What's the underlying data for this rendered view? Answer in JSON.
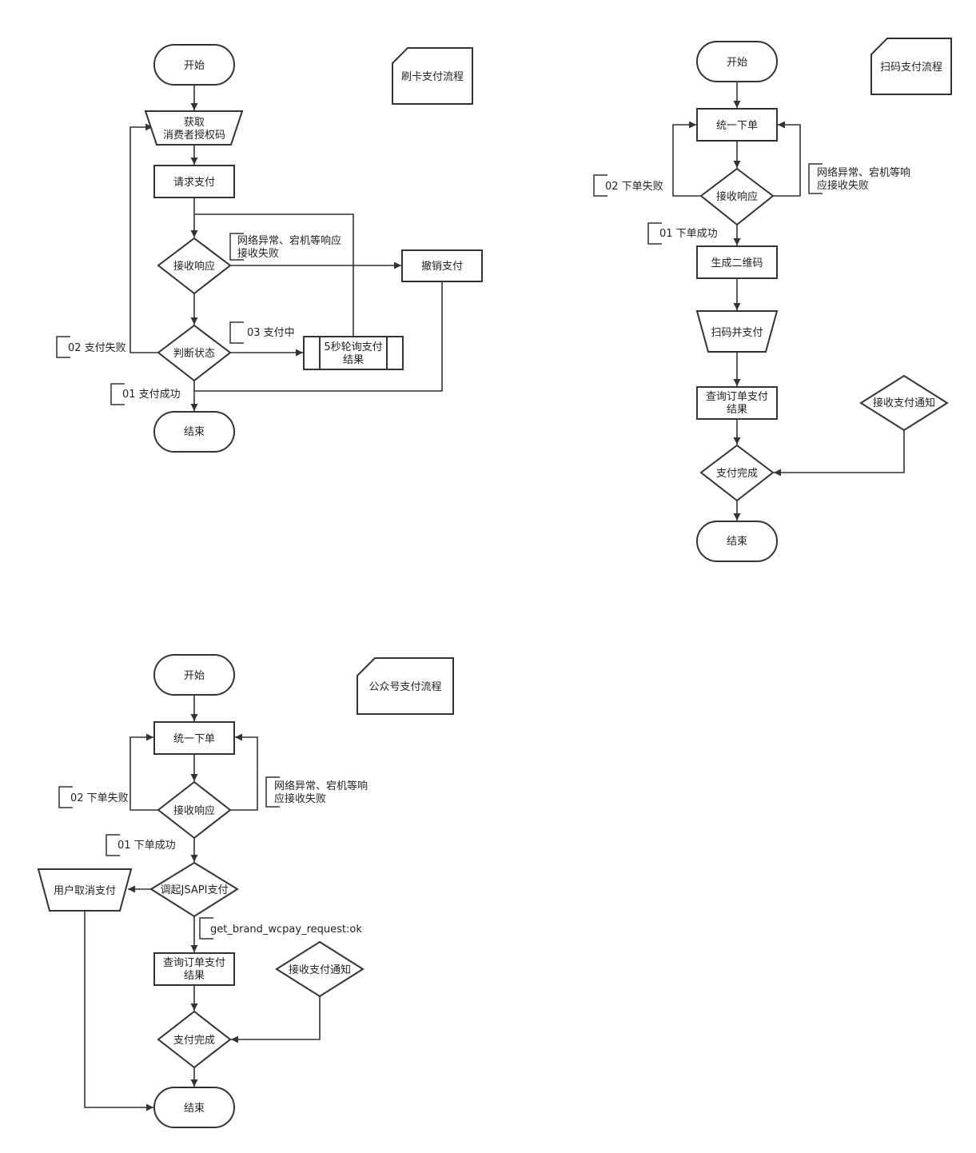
{
  "flows": {
    "card": {
      "title": "刷卡支付流程",
      "start": "开始",
      "get_code_1": "获取",
      "get_code_2": "消费者授权码",
      "request_pay": "请求支付",
      "recv_resp": "接收响应",
      "cancel": "撤销支付",
      "judge": "判断状态",
      "poll_1": "5秒轮询支付",
      "poll_2": "结果",
      "end": "结束",
      "note_net_1": "网络异常、宕机等响应",
      "note_net_2": "接收失败",
      "note_paying": "03 支付中",
      "note_fail": "02 支付失败",
      "note_success": "01 支付成功"
    },
    "scan": {
      "title": "扫码支付流程",
      "start": "开始",
      "order": "统一下单",
      "recv_resp": "接收响应",
      "gen_qr": "生成二维码",
      "scan_pay": "扫码并支付",
      "query_1": "查询订单支付",
      "query_2": "结果",
      "notify": "接收支付通知",
      "done": "支付完成",
      "end": "结束",
      "note_fail": "02 下单失败",
      "note_net_1": "网络异常、宕机等响",
      "note_net_2": "应接收失败",
      "note_success": "01 下单成功"
    },
    "jsapi": {
      "title": "公众号支付流程",
      "start": "开始",
      "order": "统一下单",
      "recv_resp": "接收响应",
      "invoke": "调起JSAPI支付",
      "user_cancel": "用户取消支付",
      "query_1": "查询订单支付",
      "query_2": "结果",
      "notify": "接收支付通知",
      "done": "支付完成",
      "end": "结束",
      "note_fail": "02 下单失败",
      "note_net_1": "网络异常、宕机等响",
      "note_net_2": "应接收失败",
      "note_success": "01 下单成功",
      "note_ok": "get_brand_wcpay_request:ok"
    }
  }
}
